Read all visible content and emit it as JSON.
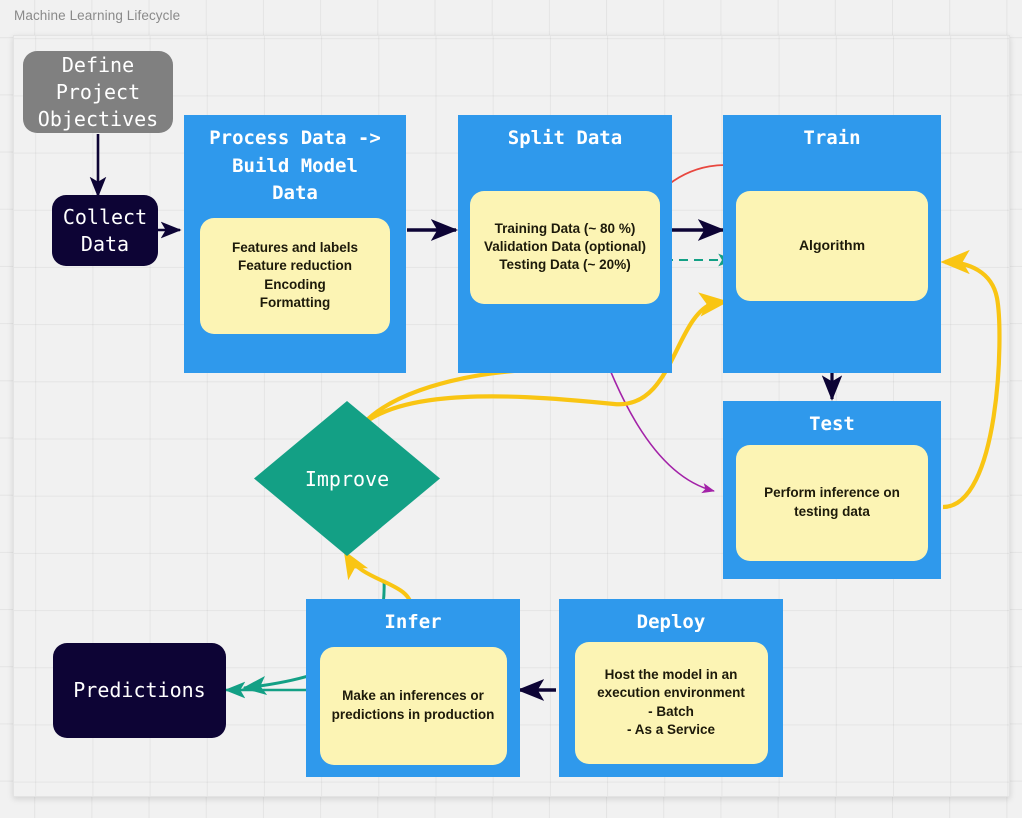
{
  "document": {
    "title": "Machine Learning Lifecycle",
    "title_color": "#8a8a8a"
  },
  "palette": {
    "background": "#f1f1f1",
    "process_blue": "#2f99ec",
    "note_yellow": "#fcf4b4",
    "terminal_dark": "#0d0435",
    "terminal_grey": "#808080",
    "decision_teal": "#13a085",
    "edge_dark": "#0d0435",
    "edge_yellow": "#f9c513",
    "edge_red": "#e8473f",
    "edge_purple": "#a322a8",
    "edge_green": "#13a085"
  },
  "nodes": {
    "define_objectives": {
      "label": "Define\nProject\nObjectives",
      "shape": "rounded-terminal",
      "color": "#808080"
    },
    "collect_data": {
      "label": "Collect\nData",
      "shape": "rounded-terminal",
      "color": "#0d0435"
    },
    "process_data": {
      "title": "Process Data ->\nBuild Model\nData",
      "body": "Features and labels\nFeature reduction\nEncoding\nFormatting"
    },
    "split_data": {
      "title": "Split Data",
      "body": "Training Data (~ 80 %)\nValidation Data (optional)\nTesting Data (~ 20%)"
    },
    "train": {
      "title": "Train",
      "body": "Algorithm"
    },
    "test": {
      "title": "Test",
      "body": "Perform inference on\ntesting data"
    },
    "deploy": {
      "title": "Deploy",
      "body": "Host the model in an\nexecution environment\n- Batch\n- As a Service"
    },
    "infer": {
      "title": "Infer",
      "body": "Make an inferences or\npredictions in production"
    },
    "improve": {
      "label": "Improve",
      "shape": "diamond",
      "color": "#13a085"
    },
    "predictions": {
      "label": "Predictions",
      "shape": "rounded-terminal",
      "color": "#0d0435"
    }
  },
  "edges": [
    {
      "name": "objectives-to-collect",
      "from": "define_objectives",
      "to": "collect_data",
      "style": "solid",
      "color": "#0d0435"
    },
    {
      "name": "collect-to-process",
      "from": "collect_data",
      "to": "process_data",
      "style": "solid",
      "color": "#0d0435"
    },
    {
      "name": "process-to-split",
      "from": "process_data",
      "to": "split_data",
      "style": "solid",
      "color": "#0d0435"
    },
    {
      "name": "split-to-train",
      "from": "split_data",
      "to": "train",
      "style": "solid",
      "color": "#0d0435"
    },
    {
      "name": "training-data-to-algorithm",
      "from": "split_data",
      "to": "train",
      "style": "curved",
      "color": "#e8473f"
    },
    {
      "name": "validation-data-to-algorithm",
      "from": "split_data",
      "to": "train",
      "style": "dashed",
      "color": "#13a085"
    },
    {
      "name": "train-to-test",
      "from": "train",
      "to": "test",
      "style": "solid",
      "color": "#0d0435"
    },
    {
      "name": "testing-data-to-test",
      "from": "split_data",
      "to": "test",
      "style": "curved",
      "color": "#a322a8"
    },
    {
      "name": "test-to-train-retrain",
      "from": "test",
      "to": "train",
      "style": "curved",
      "color": "#f9c513"
    },
    {
      "name": "test-to-deploy",
      "from": "test",
      "to": "deploy",
      "style": "curved",
      "color": "#13a085"
    },
    {
      "name": "deploy-to-infer",
      "from": "deploy",
      "to": "infer",
      "style": "solid",
      "color": "#0d0435"
    },
    {
      "name": "infer-to-predictions",
      "from": "infer",
      "to": "predictions",
      "style": "solid",
      "color": "#13a085"
    },
    {
      "name": "infer-to-improve",
      "from": "infer",
      "to": "improve",
      "style": "curved",
      "color": "#f9c513"
    },
    {
      "name": "improve-to-split",
      "from": "improve",
      "to": "split_data",
      "style": "curved",
      "color": "#f9c513"
    },
    {
      "name": "improve-to-train",
      "from": "improve",
      "to": "train",
      "style": "curved",
      "color": "#f9c513"
    }
  ]
}
